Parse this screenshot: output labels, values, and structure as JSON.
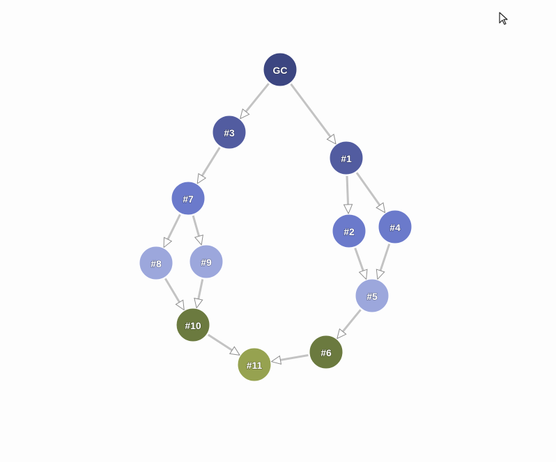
{
  "graph": {
    "nodes": [
      {
        "id": "GC",
        "label": "GC",
        "color": "#3c4681"
      },
      {
        "id": "n3",
        "label": "#3",
        "color": "#525ca0"
      },
      {
        "id": "n1",
        "label": "#1",
        "color": "#525ca0"
      },
      {
        "id": "n7",
        "label": "#7",
        "color": "#6b7acb"
      },
      {
        "id": "n2",
        "label": "#2",
        "color": "#6b7acb"
      },
      {
        "id": "n4",
        "label": "#4",
        "color": "#6b7acb"
      },
      {
        "id": "n8",
        "label": "#8",
        "color": "#9ca7dc"
      },
      {
        "id": "n9",
        "label": "#9",
        "color": "#9ca7dc"
      },
      {
        "id": "n5",
        "label": "#5",
        "color": "#9ca7dc"
      },
      {
        "id": "n10",
        "label": "#10",
        "color": "#6b7a3f"
      },
      {
        "id": "n6",
        "label": "#6",
        "color": "#6b7a3f"
      },
      {
        "id": "n11",
        "label": "#11",
        "color": "#96a250"
      }
    ],
    "edges": [
      {
        "from": "GC",
        "to": "n3"
      },
      {
        "from": "GC",
        "to": "n1"
      },
      {
        "from": "n3",
        "to": "n7"
      },
      {
        "from": "n7",
        "to": "n8"
      },
      {
        "from": "n7",
        "to": "n9"
      },
      {
        "from": "n8",
        "to": "n10"
      },
      {
        "from": "n9",
        "to": "n10"
      },
      {
        "from": "n10",
        "to": "n11"
      },
      {
        "from": "n1",
        "to": "n2"
      },
      {
        "from": "n1",
        "to": "n4"
      },
      {
        "from": "n2",
        "to": "n5"
      },
      {
        "from": "n4",
        "to": "n5"
      },
      {
        "from": "n5",
        "to": "n6"
      },
      {
        "from": "n6",
        "to": "n11"
      }
    ]
  },
  "icons": {
    "cursor": "mouse-pointer-icon"
  }
}
